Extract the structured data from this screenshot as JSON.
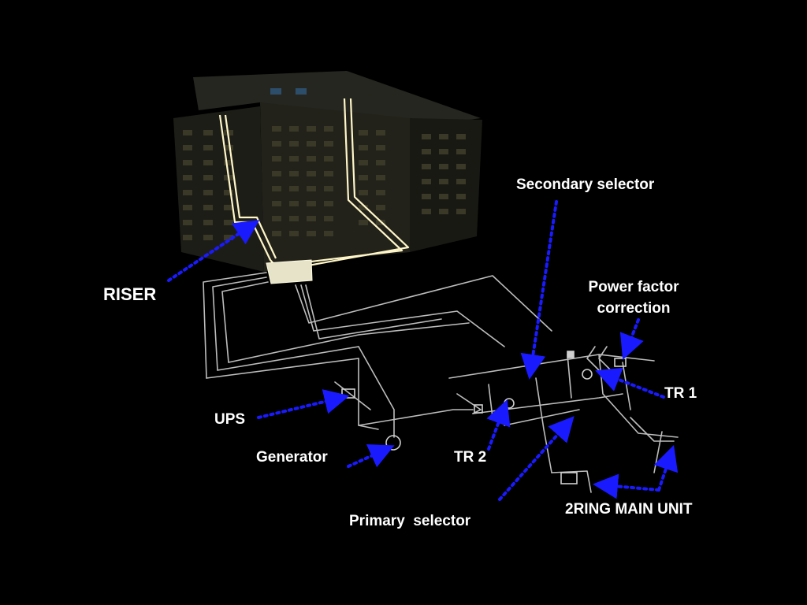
{
  "labels": {
    "riser": "RISER",
    "secondary_selector": "Secondary selector",
    "power_factor_line1": "Power factor",
    "power_factor_line2": "correction",
    "tr1": "TR 1",
    "ups": "UPS",
    "generator": "Generator",
    "tr2": "TR 2",
    "ring_main_unit": "2RING MAIN UNIT",
    "primary_selector": "Primary  selector"
  },
  "colors": {
    "background": "#000000",
    "label_text": "#ffffff",
    "pointer_arrow": "#1a1aff",
    "wiring": "#bdbdbd",
    "riser_glow": "#fff6c8",
    "building": "#1d1d17"
  }
}
